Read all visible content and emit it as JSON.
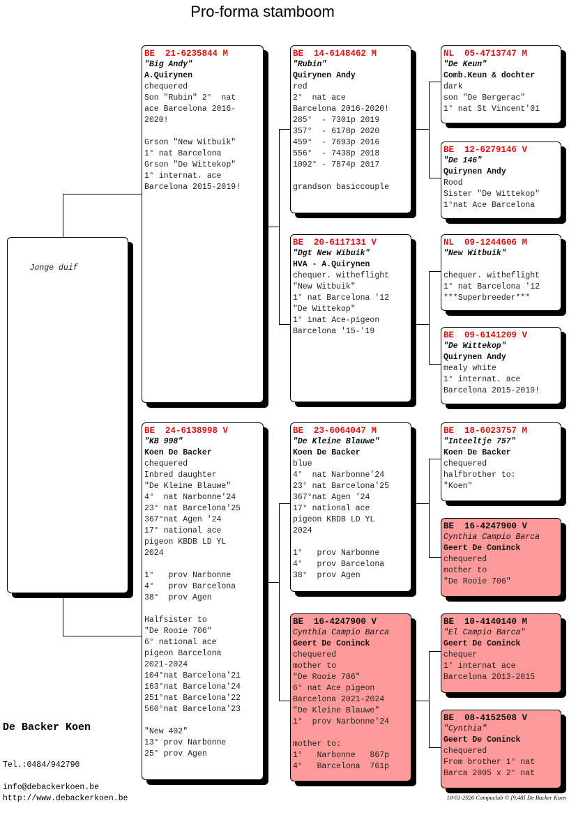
{
  "title": "Pro-forma stamboom",
  "subject": {
    "label": "Jonge duif"
  },
  "pedigree": [
    {
      "pos": "sire",
      "pink": false,
      "ring": "BE  21-6235844 M",
      "name": "\"Big Andy\"",
      "owner": "A.Quirynen",
      "lines": [
        "chequered",
        "Son \"Rubin\" 2°  nat",
        "ace Barcelona 2016-",
        "2020!",
        "",
        "Grson \"New Witbuik\"",
        "1° nat Barcelona",
        "Grson \"De Wittekop\"",
        "1° internat. ace",
        "Barcelona 2015-2019!"
      ]
    },
    {
      "pos": "dam",
      "pink": false,
      "ring": "BE  24-6138998 V",
      "name": "\"KB 998\"",
      "owner": "Koen De Backer",
      "lines": [
        "chequered",
        "Inbred daughter",
        "\"De Kleine Blauwe\"",
        "4°  nat Narbonne'24",
        "23° nat Barcelona'25",
        "367°nat Agen '24",
        "17° national ace",
        "pigeon KBDB LD YL",
        "2024",
        "",
        "1°   prov Narbonne",
        "4°   prov Barcelona",
        "38°  prov Agen",
        "",
        "Halfsister to",
        "\"De Rooie 706\"",
        "6° national ace",
        "pigeon Barcelona",
        "2021-2024",
        "104°nat Barcelona'21",
        "163°nat Barcelona'24",
        "251°nat Barcelona'22",
        "560°nat Barcelona'23",
        "",
        "\"New 402\"",
        "13° prov Narbonne",
        "25° prov Agen"
      ]
    },
    {
      "pos": "sire-sire",
      "pink": false,
      "ring": "BE  14-6148462 M",
      "name": "\"Rubin\"",
      "owner": "Quirynen Andy",
      "lines": [
        "red",
        "2°  nat ace",
        "Barcelona 2016-2020!",
        "285°  - 7301p 2019",
        "357°  - 6178p 2020",
        "459°  - 7693p 2016",
        "556°  - 7438p 2018",
        "1092° - 7874p 2017",
        "",
        "grandson basiccouple"
      ]
    },
    {
      "pos": "sire-dam",
      "pink": false,
      "ring": "BE  20-6117131 V",
      "name": "\"Dgt New Wibuik\"",
      "owner": "HVA - A.Quirynen",
      "lines": [
        "chequer. witheflight",
        "\"New Witbuik\"",
        "1° nat Barcelona '12",
        "\"De Wittekop\"",
        "1° inat Ace-pigeon",
        "Barcelona '15-'19"
      ]
    },
    {
      "pos": "dam-sire",
      "pink": false,
      "ring": "BE  23-6064047 M",
      "name": "\"De Kleine Blauwe\"",
      "owner": "Koen De Backer",
      "lines": [
        "blue",
        "4°  nat Narbonne'24",
        "23° nat Barcelona'25",
        "367°nat Agen '24",
        "17° national ace",
        "pigeon KBDB LD YL",
        "2024",
        "",
        "1°   prov Narbonne",
        "4°   prov Barcelona",
        "38°  prov Agen"
      ]
    },
    {
      "pos": "dam-dam",
      "pink": true,
      "ring": "BE  16-4247900 V",
      "name": "Cynthia Campio Barca",
      "owner": "Geert De Coninck",
      "lines": [
        "chequered",
        "mother to",
        "\"De Rooie 706\"",
        "6° nat Ace pigeon",
        "Barcelona 2021-2024",
        "\"De Kleine Blauwe\"",
        "1°  prov Narbonne'24",
        "",
        "mother to:",
        "1°   Narbonne   867p",
        "4°   Barcelona  761p"
      ]
    },
    {
      "pos": "ss-sire",
      "pink": false,
      "ring": "NL  05-4713747 M",
      "name": "\"De Keun\"",
      "owner": "Comb.Keun & dochter",
      "lines": [
        "dark",
        "son \"De Bergerac\"",
        "1° nat St Vincent'01"
      ]
    },
    {
      "pos": "ss-dam",
      "pink": false,
      "ring": "BE  12-6279146 V",
      "name": "\"De 146\"",
      "owner": "Quirynen Andy",
      "lines": [
        "Rood",
        "Sister \"De Wittekop\"",
        "1°nat Ace Barcelona"
      ]
    },
    {
      "pos": "sd-sire",
      "pink": false,
      "ring": "NL  09-1244606 M",
      "name": "\"New Witbuik\"",
      "owner": "",
      "lines": [
        "chequer. witheflight",
        "1° nat Barcelona '12",
        "***Superbreeder***"
      ]
    },
    {
      "pos": "sd-dam",
      "pink": false,
      "ring": "BE  09-6141209 V",
      "name": "\"De Wittekop\"",
      "owner": "Quirynen Andy",
      "lines": [
        "mealy white",
        "1° internat. ace",
        "Barcelona 2015-2019!"
      ]
    },
    {
      "pos": "ds-sire",
      "pink": false,
      "ring": "BE  18-6023757 M",
      "name": "\"Inteeltje 757\"",
      "owner": "Koen De Backer",
      "lines": [
        "chequered",
        "halfbrother to:",
        "\"Koen\""
      ]
    },
    {
      "pos": "ds-dam",
      "pink": true,
      "ring": "BE  16-4247900 V",
      "name": "Cynthia Campio Barca",
      "owner": "Geert De Coninck",
      "lines": [
        "chequered",
        "mother to",
        "\"De Rooie 706\""
      ]
    },
    {
      "pos": "dd-sire",
      "pink": true,
      "ring": "BE  10-4140140 M",
      "name": "\"El Campio Barca\"",
      "owner": "Geert De Coninck",
      "lines": [
        "chequer",
        "1° internat ace",
        "Barcelona 2013-2015"
      ]
    },
    {
      "pos": "dd-dam",
      "pink": true,
      "ring": "BE  08-4152508 V",
      "name": "\"Cynthia\"",
      "owner": "Geert De Coninck",
      "lines": [
        "chequered",
        "From brother 1° nat",
        "Barca 2005 x 2° nat"
      ]
    }
  ],
  "breeder": {
    "name": "De Backer Koen",
    "tel": "Tel.:0484/942790",
    "email": "info@debackerkoen.be",
    "url": "http://www.debackerkoen.be"
  },
  "footer": "10-01-2026   Compuclub © [9.48]  De Backer Koen",
  "colors": {
    "ring_red": "#e01010",
    "highlight_pink": "#ff9a9a"
  }
}
